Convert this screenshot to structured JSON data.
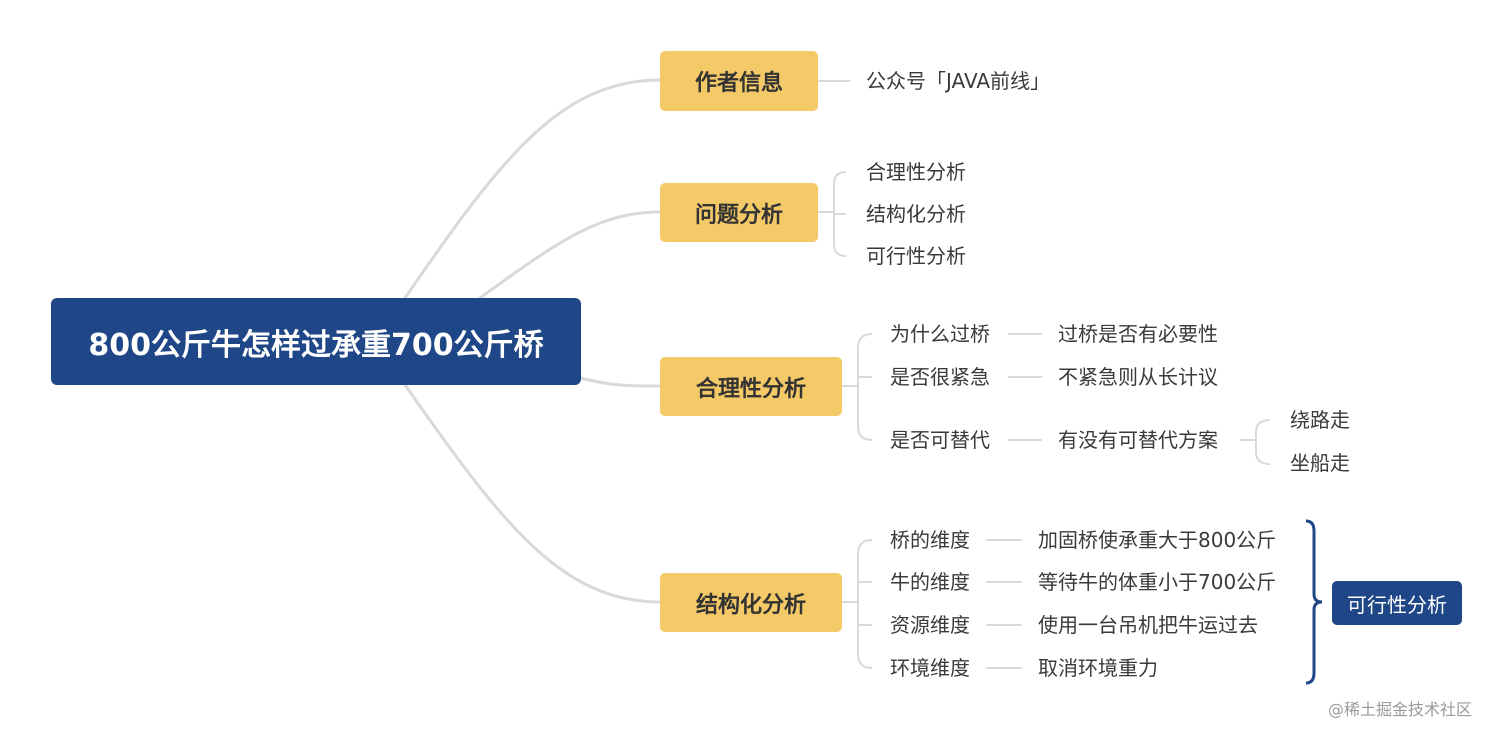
{
  "root": "800公斤牛怎样过承重700公斤桥",
  "branches": {
    "author": {
      "label": "作者信息",
      "items": [
        "公众号「JAVA前线」"
      ]
    },
    "problem": {
      "label": "问题分析",
      "items": [
        "合理性分析",
        "结构化分析",
        "可行性分析"
      ]
    },
    "rational": {
      "label": "合理性分析",
      "items": [
        {
          "q": "为什么过桥",
          "a": "过桥是否有必要性"
        },
        {
          "q": "是否很紧急",
          "a": "不紧急则从长计议"
        },
        {
          "q": "是否可替代",
          "a": "有没有可替代方案",
          "subs": [
            "绕路走",
            "坐船走"
          ]
        }
      ]
    },
    "structure": {
      "label": "结构化分析",
      "items": [
        {
          "q": "桥的维度",
          "a": "加固桥使承重大于800公斤"
        },
        {
          "q": "牛的维度",
          "a": "等待牛的体重小于700公斤"
        },
        {
          "q": "资源维度",
          "a": "使用一台吊机把牛运过去"
        },
        {
          "q": "环境维度",
          "a": "取消环境重力"
        }
      ],
      "summary": "可行性分析"
    }
  },
  "watermark": "@稀土掘金技术社区",
  "colors": {
    "root_bg": "#1f4686",
    "branch_bg": "#f4c967",
    "connector": "#d9d9d9",
    "summary_bracket": "#1f4686"
  }
}
